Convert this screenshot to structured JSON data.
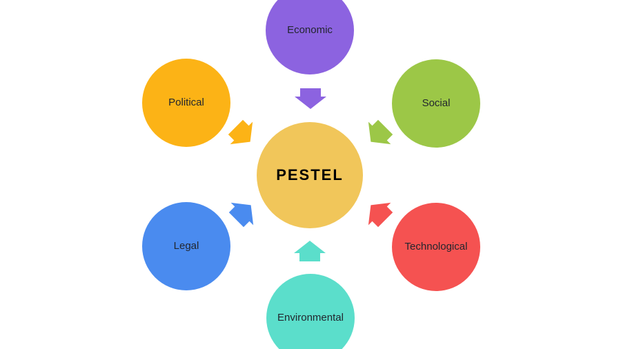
{
  "diagram": {
    "type": "hub-and-spoke",
    "background_color": "#FFFFFF",
    "label_text_color": "#22262E",
    "center": {
      "label": "PESTEL",
      "color": "#F1C65A",
      "text_color": "#000000"
    },
    "factors": [
      {
        "id": "economic",
        "label": "Economic",
        "color": "#8C63E0",
        "position": "top",
        "arrow_direction": "down"
      },
      {
        "id": "political",
        "label": "Political",
        "color": "#FCB316",
        "position": "top-left",
        "arrow_direction": "down-right"
      },
      {
        "id": "social",
        "label": "Social",
        "color": "#9CC747",
        "position": "top-right",
        "arrow_direction": "down-left"
      },
      {
        "id": "legal",
        "label": "Legal",
        "color": "#4A8BEF",
        "position": "bottom-left",
        "arrow_direction": "up-right"
      },
      {
        "id": "technological",
        "label": "Technological",
        "color": "#F55251",
        "position": "bottom-right",
        "arrow_direction": "up-left"
      },
      {
        "id": "environmental",
        "label": "Environmental",
        "color": "#5BDECB",
        "position": "bottom",
        "arrow_direction": "up"
      }
    ]
  }
}
